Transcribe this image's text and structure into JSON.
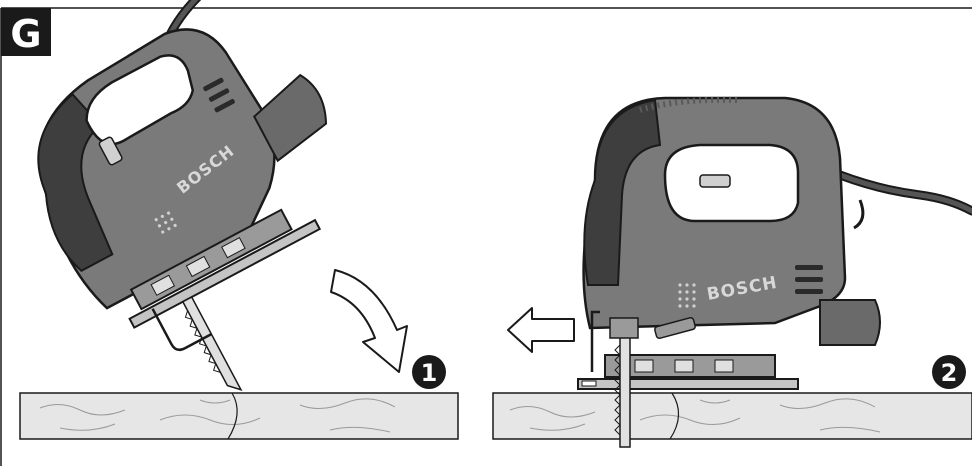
{
  "figure": {
    "label": "G",
    "step_1": "1",
    "step_2": "2",
    "brand_text": "BOSCH"
  },
  "colors": {
    "badge": "#1a1a1a",
    "tool_body": "#7a7a7a",
    "tool_dark": "#3e3e3e",
    "grip": "#4a4a4a",
    "workpiece": "#e3e3e3",
    "outline": "#1a1a1a"
  },
  "icons": {
    "figure_label": "letter-badge",
    "rotation_arrow": "curved-arrow-down",
    "direction_arrow": "arrow-left",
    "step_badges": "numbered-circle"
  }
}
